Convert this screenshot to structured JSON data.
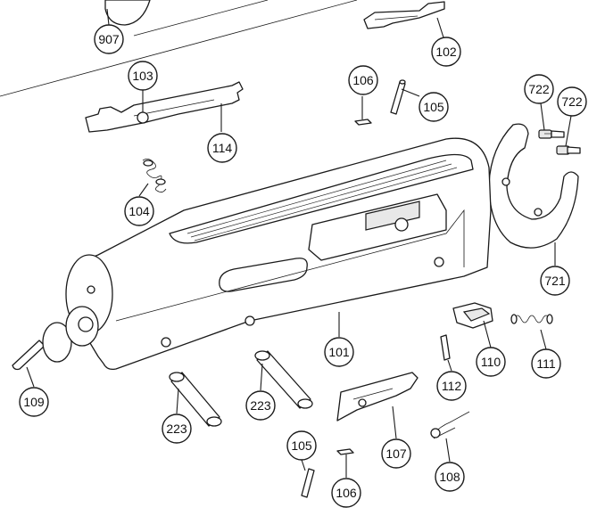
{
  "callouts": [
    {
      "id": "c907",
      "label": "907"
    },
    {
      "id": "c102",
      "label": "102"
    },
    {
      "id": "c103",
      "label": "103"
    },
    {
      "id": "c106a",
      "label": "106"
    },
    {
      "id": "c105a",
      "label": "105"
    },
    {
      "id": "c722a",
      "label": "722"
    },
    {
      "id": "c722b",
      "label": "722"
    },
    {
      "id": "c114",
      "label": "114"
    },
    {
      "id": "c104",
      "label": "104"
    },
    {
      "id": "c721",
      "label": "721"
    },
    {
      "id": "c101",
      "label": "101"
    },
    {
      "id": "c110",
      "label": "110"
    },
    {
      "id": "c111",
      "label": "111"
    },
    {
      "id": "c109",
      "label": "109"
    },
    {
      "id": "c223a",
      "label": "223"
    },
    {
      "id": "c223b",
      "label": "223"
    },
    {
      "id": "c112",
      "label": "112"
    },
    {
      "id": "c107",
      "label": "107"
    },
    {
      "id": "c108",
      "label": "108"
    },
    {
      "id": "c105b",
      "label": "105"
    },
    {
      "id": "c106b",
      "label": "106"
    }
  ]
}
